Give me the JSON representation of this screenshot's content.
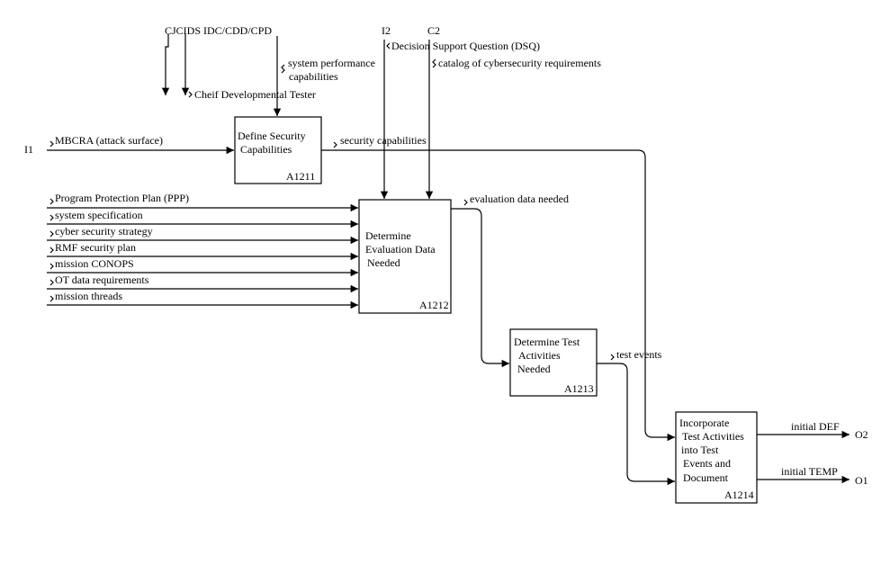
{
  "boxes": {
    "a1211": {
      "lines": [
        "Define Security",
        "Capabilities"
      ],
      "id": "A1211"
    },
    "a1212": {
      "lines": [
        "Determine",
        "Evaluation Data",
        "Needed"
      ],
      "id": "A1212"
    },
    "a1213": {
      "lines": [
        "Determine Test",
        "Activities",
        "Needed"
      ],
      "id": "A1213"
    },
    "a1214": {
      "lines": [
        "Incorporate",
        "Test Activities",
        "into Test",
        "Events and",
        "Document"
      ],
      "id": "A1214"
    }
  },
  "ports": {
    "i1": "I1",
    "i2": "I2",
    "c2": "C2",
    "o1": "O1",
    "o2": "O2"
  },
  "labels": {
    "cjcids": "CJCIDS IDC/CDD/CPD",
    "sys_perf_1": "system performance",
    "sys_perf_2": "capabilities",
    "chief_dt": "Cheif Developmental Tester",
    "dsq": "Decision Support Question (DSQ)",
    "catalog": "catalog of cybersecurity requirements",
    "mbcra": "MBCRA (attack surface)",
    "sec_caps": "security capabilities",
    "eval_data": "evaluation data needed",
    "test_events": "test events",
    "initial_def": "initial DEF",
    "initial_temp": "initial TEMP"
  },
  "inputs_a1212": [
    "Program Protection Plan (PPP)",
    "system specification",
    "cyber security strategy",
    "RMF security plan",
    "mission CONOPS",
    "OT data requirements",
    "mission threads"
  ]
}
